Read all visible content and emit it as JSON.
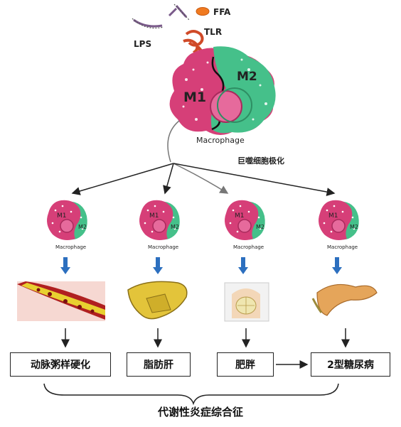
{
  "top": {
    "ffa_label": "FFA",
    "tlr_label": "TLR",
    "lps_label": "LPS",
    "m1_label": "M1",
    "m2_label": "M2",
    "macrophage_label": "Macrophage",
    "polarization_label": "巨噬细胞极化"
  },
  "cells": [
    {
      "m1": "M1",
      "m2": "M2",
      "caption": "Macrophage"
    },
    {
      "m1": "M1",
      "m2": "M2",
      "caption": "Macrophage"
    },
    {
      "m1": "M1",
      "m2": "M2",
      "caption": "Macrophage"
    },
    {
      "m1": "M1",
      "m2": "M2",
      "caption": "Macrophage"
    }
  ],
  "diseases": [
    "动脉粥样硬化",
    "脂肪肝",
    "肥胖",
    "2型糖尿病"
  ],
  "syndrome": "代谢性炎症综合征",
  "colors": {
    "m1": "#d63f78",
    "m2": "#45c08a",
    "blue_arrow": "#2c6fbf",
    "ffa_dot": "#f07a20",
    "receptor": "#d04a28"
  }
}
